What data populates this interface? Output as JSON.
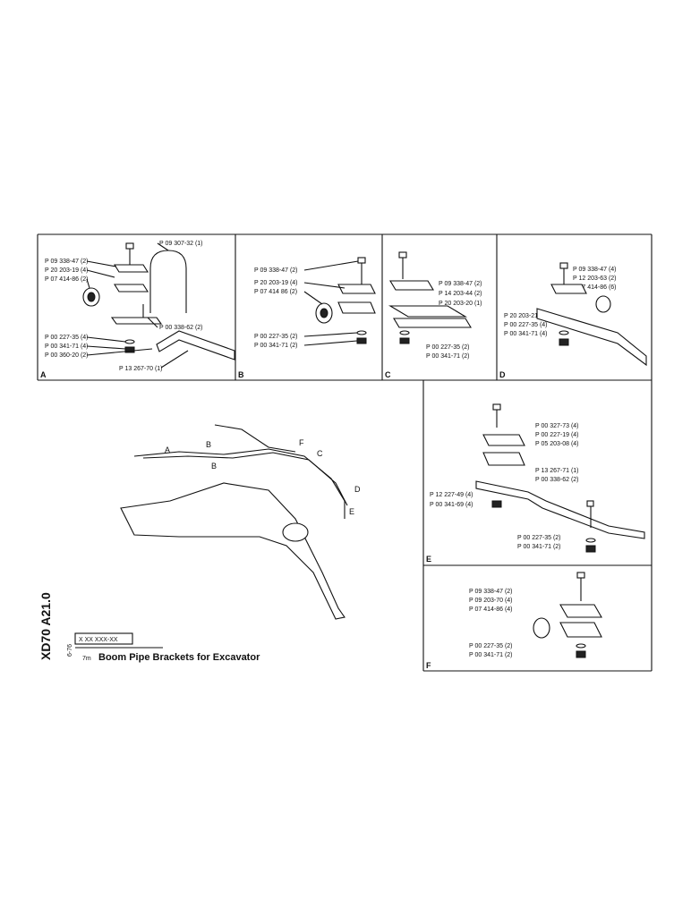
{
  "doc_code": "XD70 A21.0",
  "date_code": "6-76",
  "serial_box": "X XX XXX-XX",
  "title_prefix": "7m",
  "title": "Boom Pipe Brackets for Excavator",
  "panels": {
    "A": {
      "letter": "A",
      "labels": [
        "P 09 338-47 (2)",
        "P 20 203-19 (4)",
        "P 07 414-86 (2)",
        "P 09 307-32 (1)",
        "P 00 338-62 (2)",
        "P 00 227-35 (4)",
        "P 00 341-71 (4)",
        "P 00 360-20 (2)",
        "P 13 267-70 (1)"
      ]
    },
    "B": {
      "letter": "B",
      "labels": [
        "P 09 338-47 (2)",
        "P 20 203-19 (4)",
        "P 07 414 86 (2)",
        "P 00 227-35 (2)",
        "P 00 341-71 (2)"
      ]
    },
    "C": {
      "letter": "C",
      "labels": [
        "P 09 338-47 (2)",
        "P 14 203-44 (2)",
        "P 20 203-20 (1)",
        "P 00 227-35 (2)",
        "P 00 341-71 (2)"
      ]
    },
    "D": {
      "letter": "D",
      "labels": [
        "P 09 338-47 (4)",
        "P 12 203-63 (2)",
        "P 07 414-86 (6)",
        "P 20 203-21 (1)",
        "P 00 227-35 (4)",
        "P 00 341-71 (4)"
      ]
    },
    "E": {
      "letter": "E",
      "labels": [
        "P 00 327-73 (4)",
        "P 00 227-19 (4)",
        "P 05 203-08 (4)",
        "P 13 267-71 (1)",
        "P 00 338-62 (2)",
        "P 12 227-49 (4)",
        "P 00 341-69 (4)",
        "P 00 227-35 (2)",
        "P 00 341-71 (2)"
      ]
    },
    "F": {
      "letter": "F",
      "labels": [
        "P 09 338-47 (2)",
        "P 09 203-70 (4)",
        "P 07 414-86 (4)",
        "P 00 227-35 (2)",
        "P 00 341-71 (2)"
      ]
    }
  },
  "callouts": [
    "A",
    "B",
    "B",
    "F",
    "C",
    "D",
    "E"
  ]
}
